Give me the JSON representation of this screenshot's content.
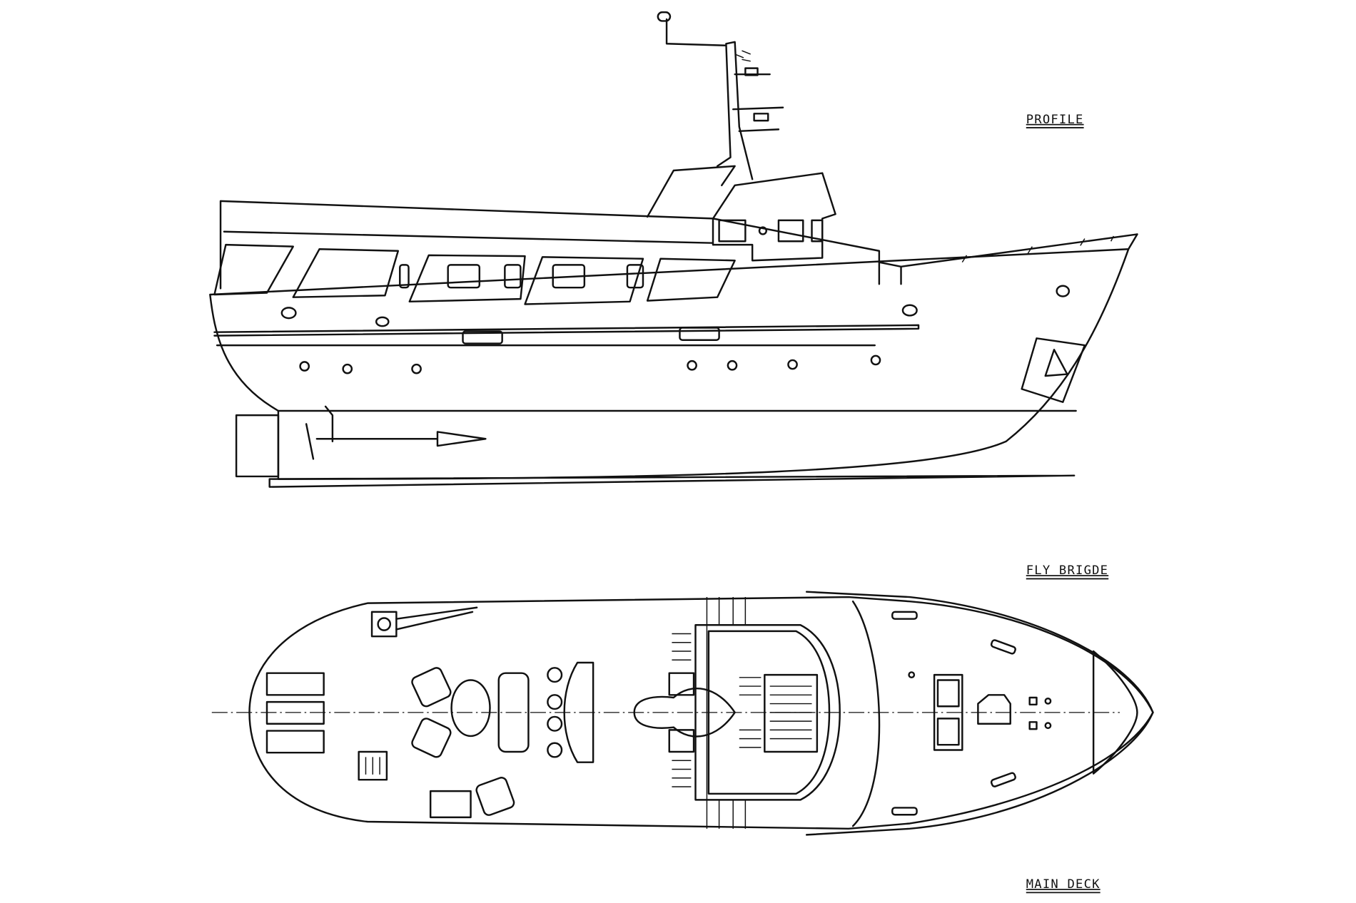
{
  "labels": {
    "profile": "PROFILE",
    "fly_bridge": "FLY BRIGDE",
    "main_deck": "MAIN DECK"
  },
  "colors": {
    "line": "#111111",
    "background": "#ffffff"
  }
}
